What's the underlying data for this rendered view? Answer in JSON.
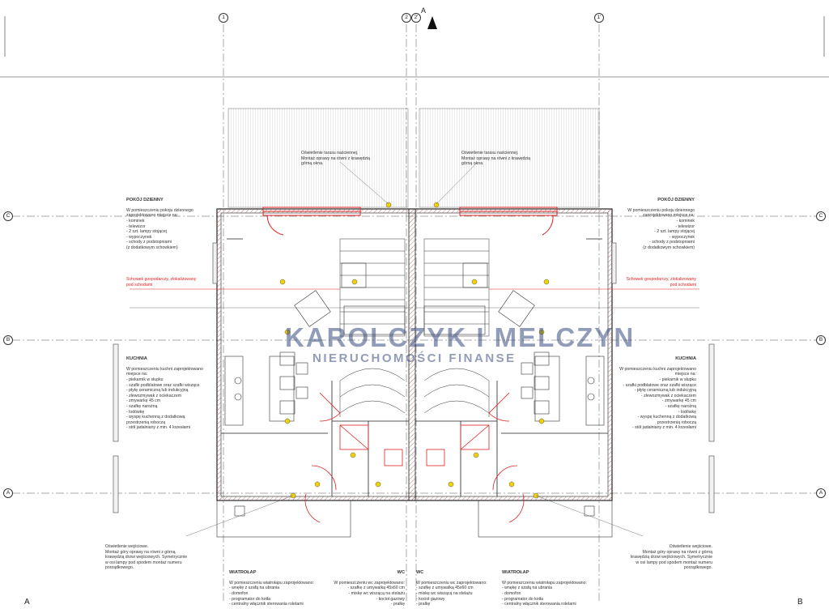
{
  "axes": {
    "col_1": "1",
    "col_2": "2",
    "col_2p": "2'",
    "col_1p": "1'",
    "row_c": "C",
    "row_b": "B",
    "row_a": "A",
    "north_a": "A"
  },
  "edge_marks": {
    "bottom_left": "A",
    "bottom_right": "B"
  },
  "watermark": {
    "line1": "KAROLCZYK I MELCZYN",
    "line2": "NIERUCHOMOŚCI  FINANSE"
  },
  "notes": {
    "lighting_top_left": "Oświetlenie tarasu naściennej.\nMontaż oprawy na równi z krawędzią\ngórną okna.",
    "lighting_top_right": "Oświetlenie tarasu naściennej.\nMontaż oprawy na równi z krawędzią\ngórną okna.",
    "living_left_title": "POKÓJ DZIENNY",
    "living_left_body": "W pomieszczeniu pokoju dziennego\nzaprojektowano miejsce na:\n- kominek\n- telewizor\n- 2 szt. lampy stojącej\n- wypoczynek\n- schody z podstopniami\n(z dodatkowym schowkiem)",
    "living_right_title": "POKÓJ DZIENNY",
    "living_right_body": "W pomieszczeniu pokoju dziennego\nzaprojektowano miejsce na:\n- kominek\n- telewizor\n- 2 szt. lampy stojącej\n- wypoczynek\n- schody z podstopniami\n(z dodatkowym schowkiem)",
    "storage_left": "Schowek gospodarczy, zlokalizowany\npod schodami",
    "storage_right": "Schowek gospodarczy, zlokalizowany\npod schodami",
    "kitchen_left_title": "KUCHNIA",
    "kitchen_left_body": "W pomieszczeniu kuchni zaprojektowano\nmiejsce na:\n- piekarnik w słupku\n- szafki podblatowe oraz szafki wiszące\n- płytę ceramiczną lub indukcyjną\n- zlewozmywak z ociekaczem\n- zmywarkę 45 cm\n- szafkę narożną\n- lodówkę\n- wyspę kuchenną z dodatkową\nprzestrzenią roboczą\n- stół jadalniany z min. 4 krzesłami",
    "kitchen_right_title": "KUCHNIA",
    "kitchen_right_body": "W pomieszczeniu kuchni zaprojektowano\nmiejsce na:\n- piekarnik w słupku\n- szafki podblatowe oraz szafki wiszące\n- płytę ceramiczną lub indukcyjną\n- zlewozmywak z ociekaczem\n- zmywarkę 45 cm\n- szafkę narożną\n- lodówkę\n- wyspę kuchenną z dodatkową\nprzestrzenią roboczą\n- stół jadalniany z min. 4 krzesłami",
    "entrance_left": "Oświetlenie wejściowe.\nMontaż góry oprawy na równi z górną\nkrawędzią drzwi wejściowych. Symetrycznie\nw osi lampy pod spodem montaż numeru\nporządkowego.",
    "entrance_right": "Oświetlenie wejściowe.\nMontaż góry oprawy na równi z górną\nkrawędzią drzwi wejściowych. Symetrycznie\nw osi lampy pod spodem montaż numeru\nporządkowego.",
    "vestibule_left_title": "WIATROŁAP",
    "vestibule_left_body": "W pomieszczeniu wiatrołapu zaprojektowano:\n- wnękę z szafą na ubrania\n- domofon\n- programator do kotła\n- centralny włącznik sterowania roletami",
    "vestibule_right_title": "WIATROŁAP",
    "vestibule_right_body": "W pomieszczeniu wiatrołapu zaprojektowano:\n- wnękę z szafą na ubrania\n- domofon\n- programator do kotła\n- centralny włącznik sterowania roletami",
    "wc_left_title": "WC",
    "wc_left_body": "W pomieszczeniu wc zaprojektowano:\n- szafkę z umywalką 45x60 cm\n- miskę wc wiszącą na stelażu\n- kocioł gazowy\n- pralkę",
    "wc_right_title": "WC",
    "wc_right_body": "W pomieszczeniu wc zaprojektowano:\n- szafkę z umywalką 45x60 cm\n- miskę wc wiszącą na stelażu\n- kocioł gazowy\n- pralkę"
  }
}
